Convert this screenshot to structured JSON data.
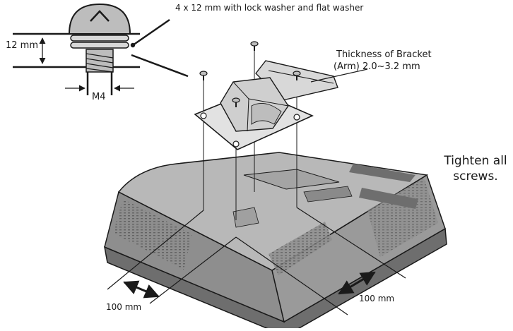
{
  "labels": {
    "screw_spec": "4 x 12 mm with lock washer and flat washer",
    "screw_length": "12 mm",
    "thread_size": "M4",
    "bracket_line1": "Thickness of Bracket",
    "bracket_line2": "(Arm) 2.0~3.2 mm",
    "instruction_line1": "Tighten all",
    "instruction_line2": "screws.",
    "spacing_left": "100 mm",
    "spacing_right": "100 mm"
  },
  "colors": {
    "line": "#1a1a1a",
    "monitor_top": "#b8b8b8",
    "monitor_side": "#8e8e8e",
    "monitor_dark": "#6e6e6e",
    "bracket": "#cfcfcf",
    "screw_head": "#bdbdbd"
  }
}
